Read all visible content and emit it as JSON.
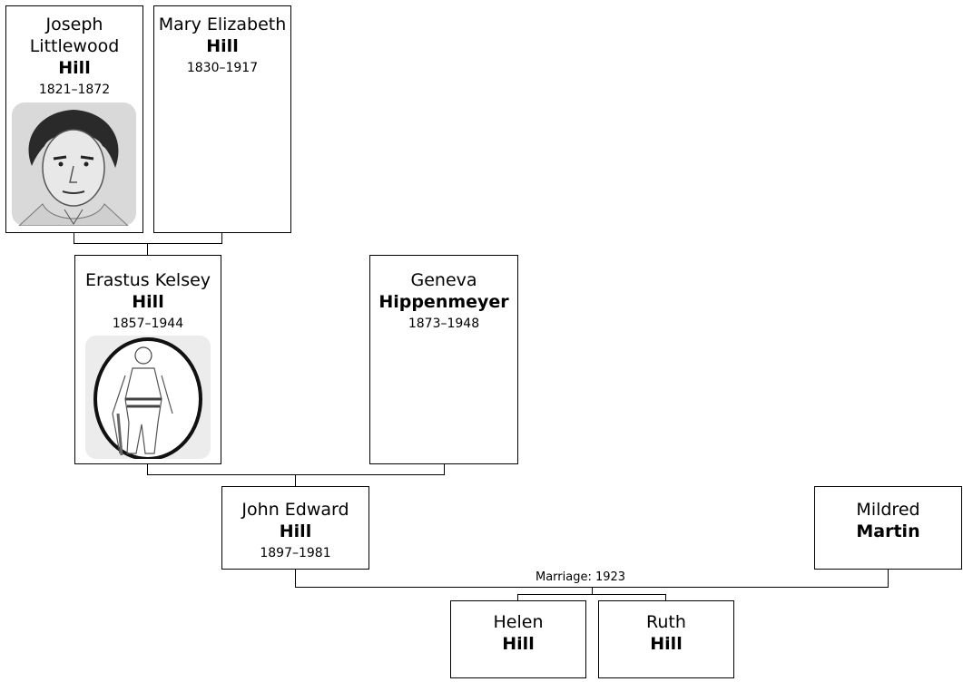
{
  "people": {
    "joseph": {
      "given": "Joseph Littlewood",
      "surname": "Hill",
      "dates": "1821–1872"
    },
    "mary": {
      "given": "Mary Elizabeth",
      "surname": "Hill",
      "dates": "1830–1917"
    },
    "erastus": {
      "given": "Erastus Kelsey",
      "surname": "Hill",
      "dates": "1857–1944"
    },
    "geneva": {
      "given": "Geneva",
      "surname": "Hippenmeyer",
      "dates": "1873–1948"
    },
    "john": {
      "given": "John Edward",
      "surname": "Hill",
      "dates": "1897–1981"
    },
    "mildred": {
      "given": "Mildred",
      "surname": "Martin"
    },
    "helen": {
      "given": "Helen",
      "surname": "Hill"
    },
    "ruth": {
      "given": "Ruth",
      "surname": "Hill"
    }
  },
  "marriage_label": "Marriage: 1923",
  "icons": [
    "joseph-portrait-icon",
    "erastus-portrait-icon"
  ]
}
